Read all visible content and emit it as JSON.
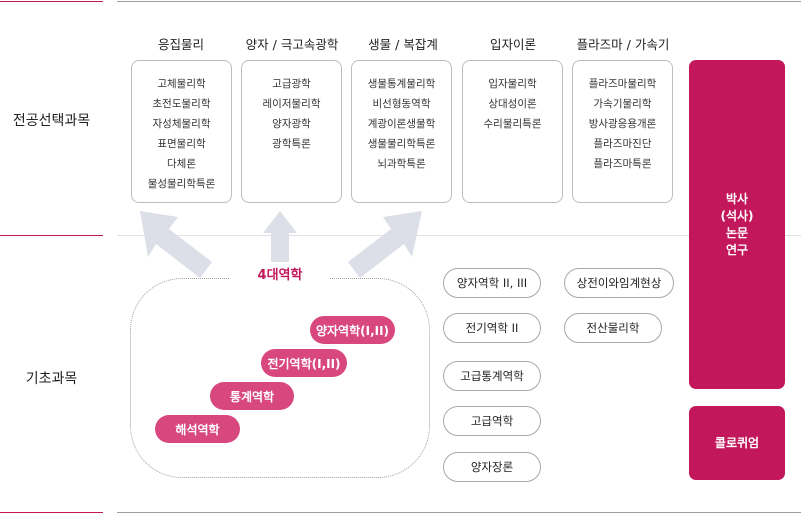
{
  "categories": {
    "major_elective": "전공선택과목",
    "basic": "기초과목"
  },
  "columns": [
    {
      "title": "응집물리",
      "items": [
        "고체물리학",
        "초전도물리학",
        "자성체물리학",
        "표면물리학",
        "다체론",
        "물성물리학특론"
      ]
    },
    {
      "title": "양자 / 극고속광학",
      "items": [
        "고급광학",
        "레이저물리학",
        "양자광학",
        "광학특론"
      ]
    },
    {
      "title": "생물 / 복잡계",
      "items": [
        "생물통계물리학",
        "비선형동역학",
        "계광이론생물학",
        "생물물리학특론",
        "뇌과학특론"
      ]
    },
    {
      "title": "입자이론",
      "items": [
        "입자물리학",
        "상대성이론",
        "수리물리특론"
      ]
    },
    {
      "title": "플라즈마 / 가속기",
      "items": [
        "플라즈마물리학",
        "가속기물리학",
        "방사광응용개론",
        "플라즈마진단",
        "플라즈마특론"
      ]
    }
  ],
  "four_mechanics": {
    "title": "4대역학",
    "items": [
      "양자역학(I,II)",
      "전기역학(I,II)",
      "통계역학",
      "해석역학"
    ]
  },
  "basic_courses": {
    "col1": [
      "양자역학 II, III",
      "전기역학 II",
      "고급통계역학",
      "고급역학",
      "양자장론"
    ],
    "col2": [
      "상전이와임계현상",
      "전산물리학"
    ]
  },
  "side": {
    "thesis": [
      "박사",
      "(석사)",
      "논문",
      "연구"
    ],
    "colloquium": "콜로퀴엄"
  },
  "colors": {
    "accent": "#c2185b",
    "pill": "#d9477f",
    "arrow": "#dcdfe7",
    "rule": "#c2185b"
  }
}
